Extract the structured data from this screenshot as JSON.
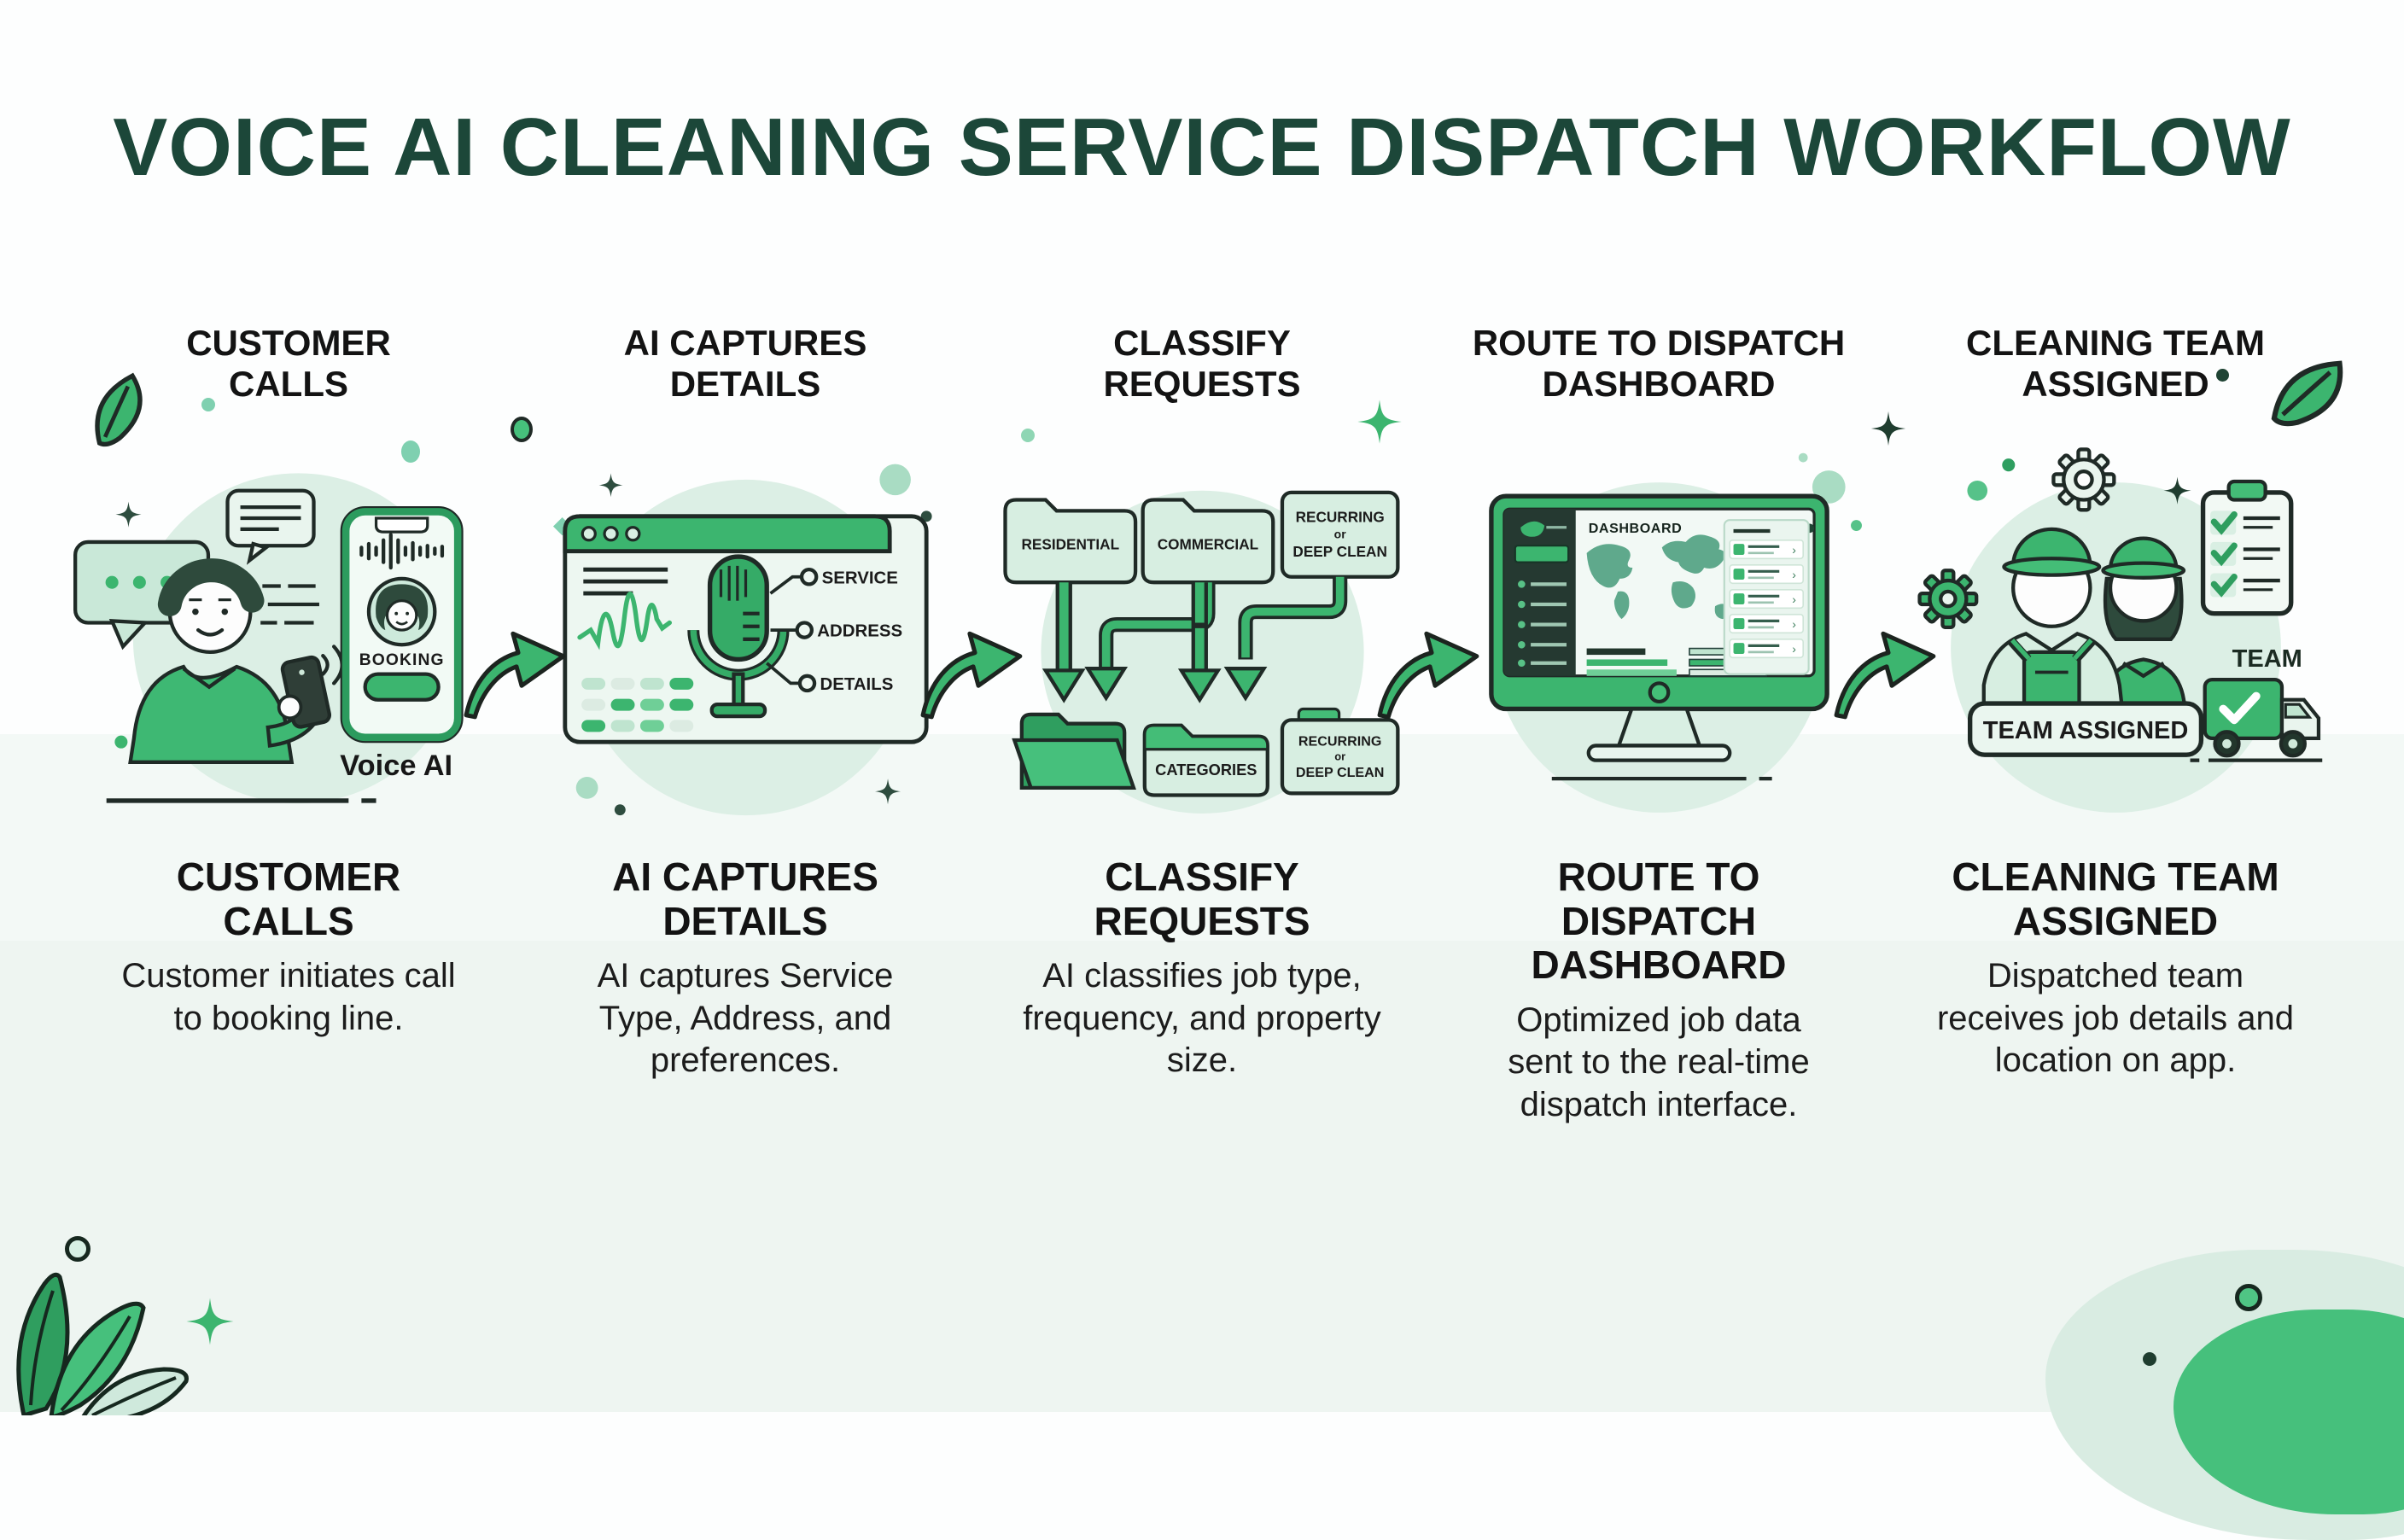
{
  "title": "VOICE AI CLEANING SERVICE DISPATCH WORKFLOW",
  "colors": {
    "title_green": "#1c4739",
    "accent_green": "#3cb56f",
    "dark_outline": "#1f2a26",
    "mint_circle": "#dcefe5",
    "heading_black": "#131313"
  },
  "steps": [
    {
      "id": "customer-calls",
      "heading": "CUSTOMER CALLS",
      "description": "Customer initiates call to booking line.",
      "labels": {
        "booking": "BOOKING",
        "voice_ai": "Voice AI"
      }
    },
    {
      "id": "ai-captures-details",
      "heading": "AI CAPTURES DETAILS",
      "description": "AI captures Service Type, Address, and preferences.",
      "labels": {
        "field1": "SERVICE",
        "field2": "ADDRESS",
        "field3": "DETAILS"
      }
    },
    {
      "id": "classify-requests",
      "heading": "CLASSIFY REQUESTS",
      "description": "AI classifies job type, frequency, and property size.",
      "labels": {
        "folder1": "RESIDENTIAL",
        "folder2": "COMMERCIAL",
        "folder3_l1": "RECURRING",
        "folder3_l2": "or",
        "folder3_l3": "DEEP CLEAN",
        "out2": "CATEGORIES",
        "out3_l1": "RECURRING",
        "out3_l2": "or",
        "out3_l3": "DEEP CLEAN"
      }
    },
    {
      "id": "route-to-dispatch-dashboard",
      "heading": "ROUTE TO DISPATCH DASHBOARD",
      "description": "Optimized job data sent to the real-time dispatch interface.",
      "labels": {
        "screen_title": "DASHBOARD"
      }
    },
    {
      "id": "cleaning-team-assigned",
      "heading": "CLEANING TEAM ASSIGNED",
      "description": "Dispatched team receives job details and location on app.",
      "labels": {
        "team": "TEAM",
        "badge": "TEAM ASSIGNED"
      }
    }
  ]
}
